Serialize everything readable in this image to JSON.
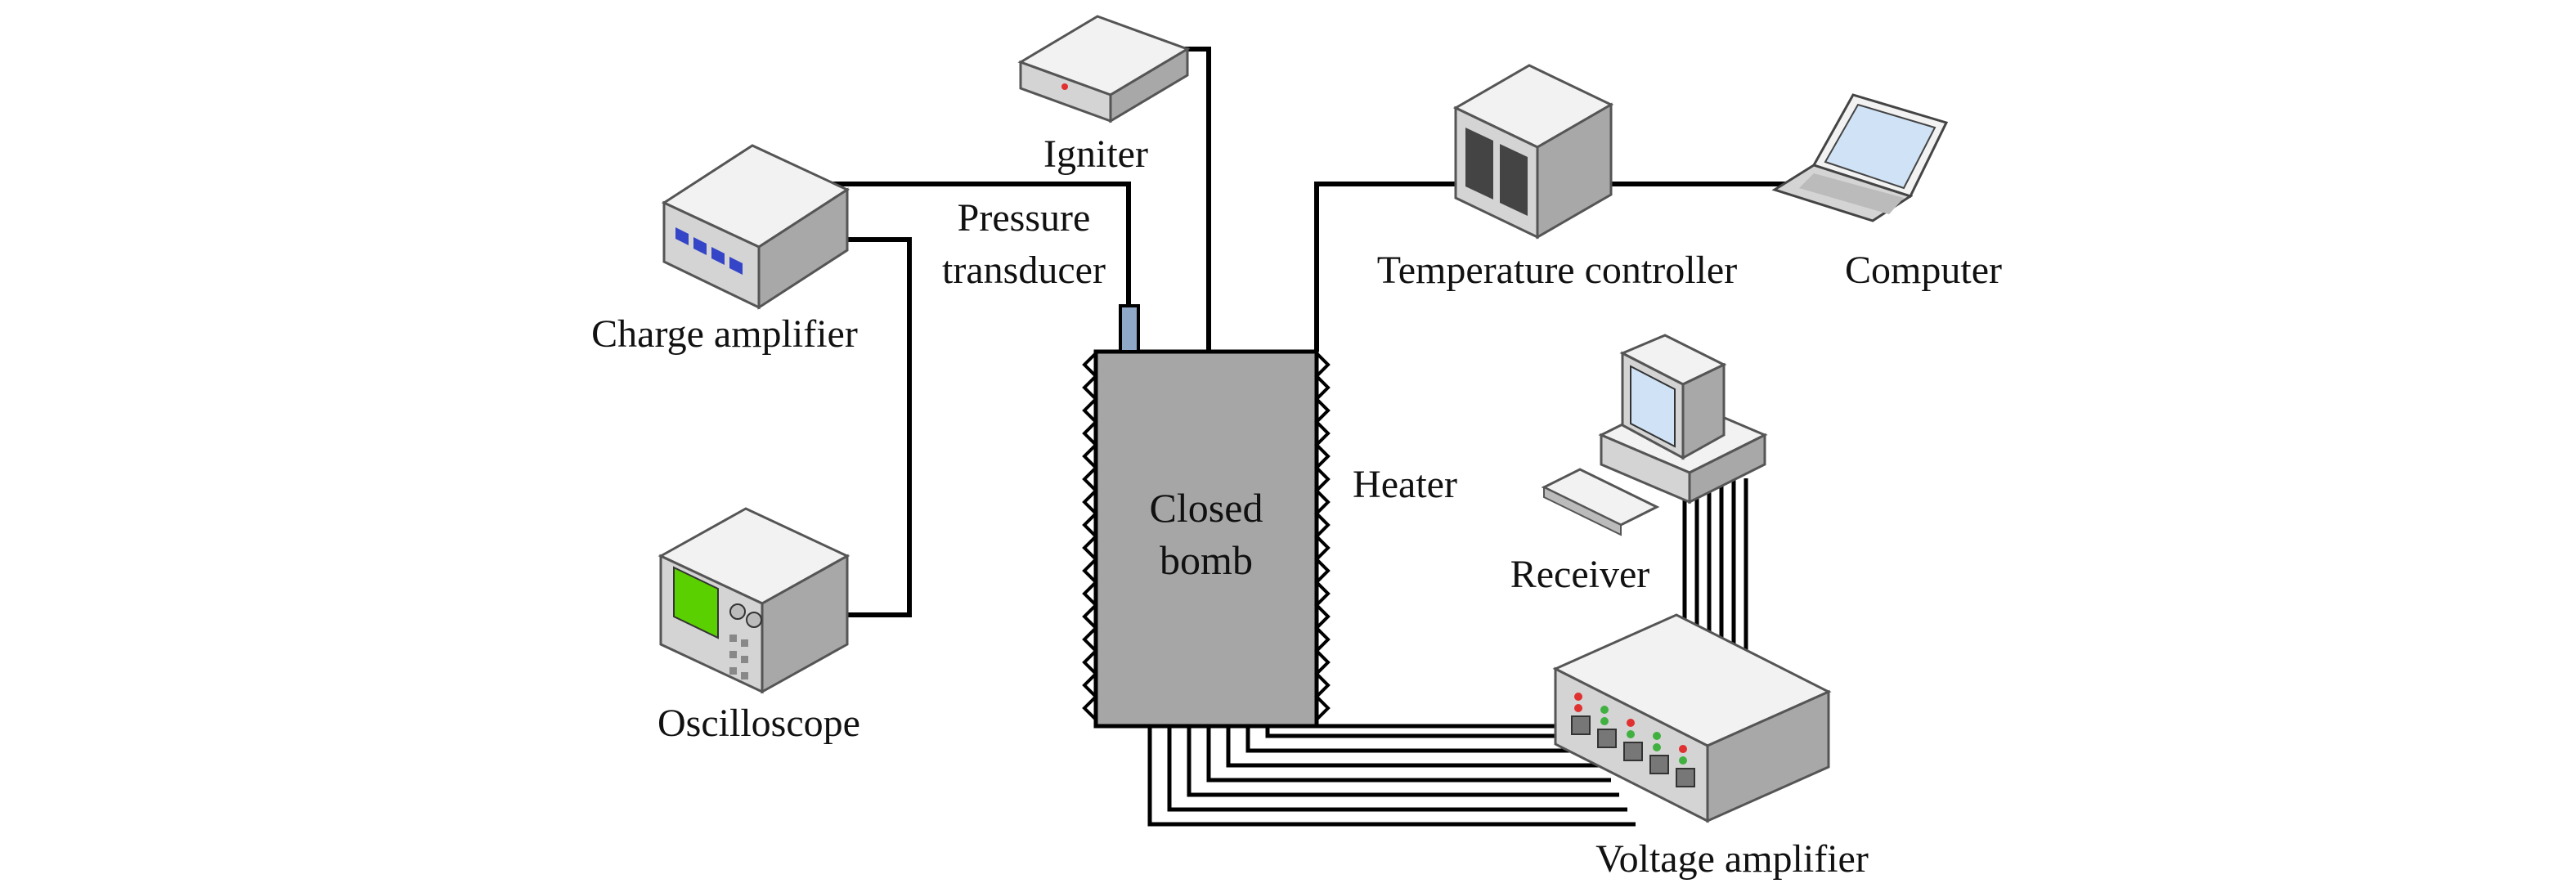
{
  "labels": {
    "igniter": "Igniter",
    "pressure_transducer_line1": "Pressure",
    "pressure_transducer_line2": "transducer",
    "charge_amplifier": "Charge amplifier",
    "oscilloscope": "Oscilloscope",
    "closed_bomb_line1": "Closed",
    "closed_bomb_line2": "bomb",
    "heater": "Heater",
    "temperature_controller": "Temperature controller",
    "computer": "Computer",
    "receiver": "Receiver",
    "voltage_amplifier": "Voltage amplifier"
  },
  "colors": {
    "wire": "#000000",
    "bomb_fill": "#a6a6a6",
    "device_light": "#f2f2f2",
    "device_mid": "#d4d4d4",
    "device_dark": "#a8a8a8",
    "screen_green": "#5ad000",
    "screen_blue": "#cfe2f6",
    "led_red": "#e03030",
    "led_green": "#40b040",
    "button_blue": "#3545c8",
    "transducer_blue": "#8fa8c8"
  },
  "icons": [
    "igniter-icon",
    "charge-amplifier-icon",
    "oscilloscope-icon",
    "temperature-controller-icon",
    "laptop-icon",
    "receiver-computer-icon",
    "voltage-amplifier-icon"
  ]
}
